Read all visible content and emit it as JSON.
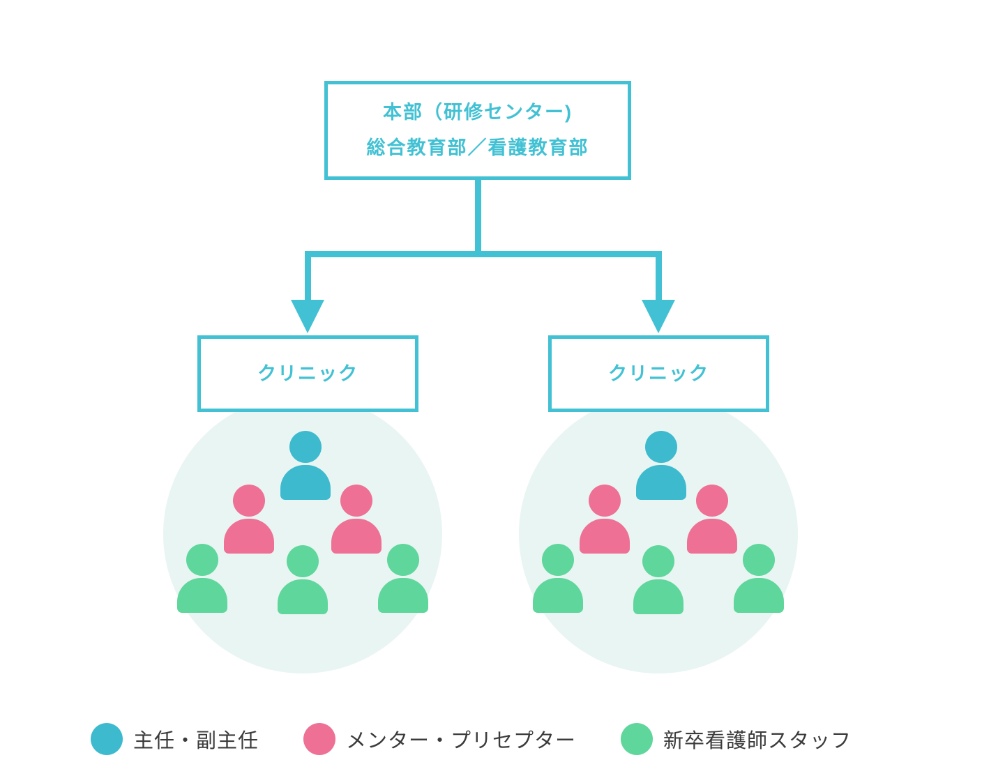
{
  "colors": {
    "accent_teal": "#41C1D3",
    "person_teal": "#3DBACE",
    "person_pink": "#EE7094",
    "person_green": "#5FD69B",
    "circle_bg": "#E8F5F3",
    "legend_text": "#3B3B3B"
  },
  "org": {
    "hq": {
      "line1": "本部（研修センター)",
      "line2": "総合教育部／看護教育部"
    },
    "clinics": [
      {
        "label": "クリニック"
      },
      {
        "label": "クリニック"
      }
    ]
  },
  "groups": [
    {
      "name": "clinic-1-team",
      "members": [
        "supervisor",
        "mentor",
        "mentor",
        "staff",
        "staff",
        "staff"
      ]
    },
    {
      "name": "clinic-2-team",
      "members": [
        "supervisor",
        "mentor",
        "mentor",
        "staff",
        "staff",
        "staff"
      ]
    }
  ],
  "legend": {
    "items": [
      {
        "role": "supervisor",
        "label": "主任・副主任"
      },
      {
        "role": "mentor",
        "label": "メンター・プリセプター"
      },
      {
        "role": "staff",
        "label": "新卒看護師スタッフ"
      }
    ]
  }
}
